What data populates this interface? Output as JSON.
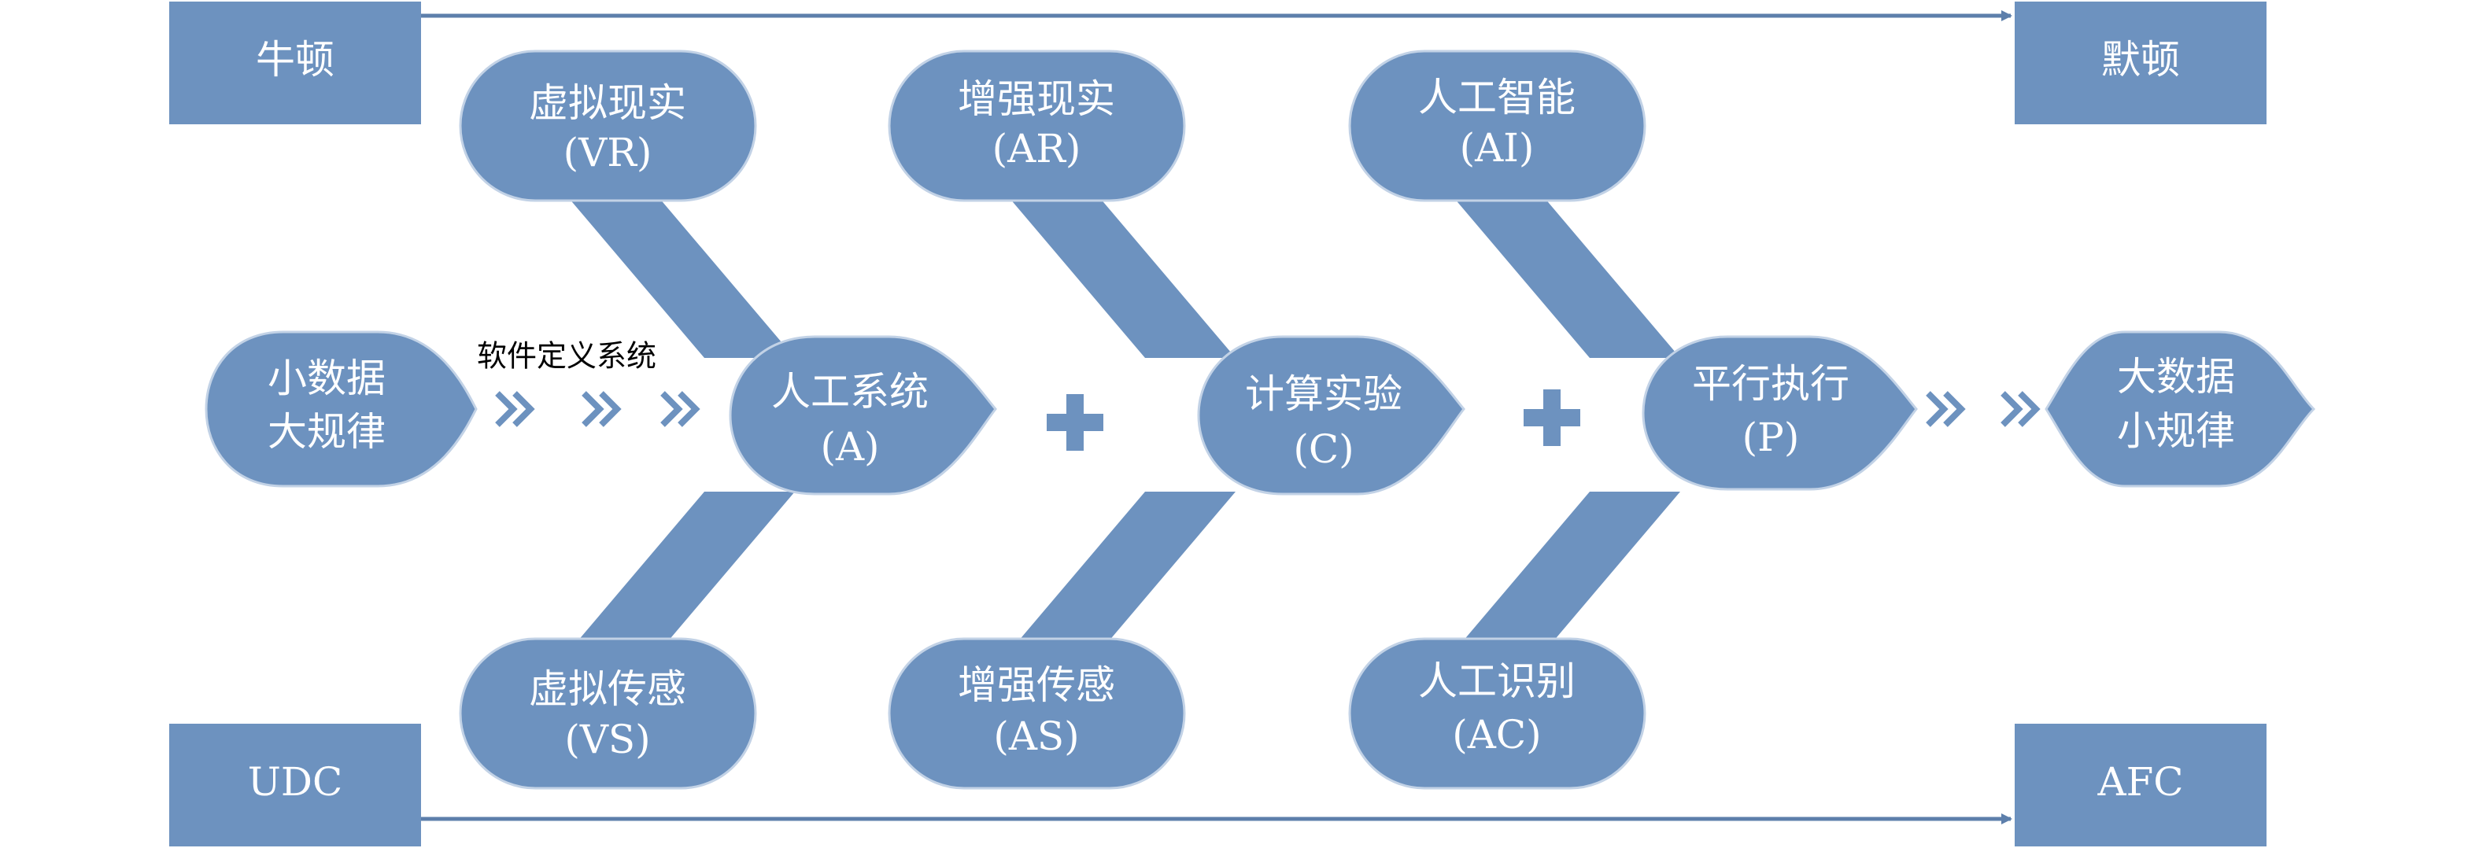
{
  "colors": {
    "fill": "#6d92bf",
    "edge": "#c2d2e6",
    "line": "#5d7fab",
    "plus": "#6d92bf",
    "text_on_fill": "#ffffff",
    "annotation": "#000000"
  },
  "corners": {
    "top_left": "牛顿",
    "top_right": "默顿",
    "bottom_left": "UDC",
    "bottom_right": "AFC"
  },
  "inputs": {
    "left": {
      "line1": "小数据",
      "line2": "大规律"
    },
    "right": {
      "line1": "大数据",
      "line2": "小规律"
    }
  },
  "software_defined": "软件定义系统",
  "hubs": {
    "artificial_system": {
      "line1": "人工系统",
      "line2": "(A)"
    },
    "computational_experiment": {
      "line1": "计算实验",
      "line2": "(C)"
    },
    "parallel_execution": {
      "line1": "平行执行",
      "line2": "(P)"
    }
  },
  "top_nodes": {
    "vr": {
      "line1": "虚拟现实",
      "line2": "(VR)"
    },
    "ar": {
      "line1": "增强现实",
      "line2": "(AR)"
    },
    "ai": {
      "line1": "人工智能",
      "line2": "(AI)"
    }
  },
  "bottom_nodes": {
    "vs": {
      "line1": "虚拟传感",
      "line2": "(VS)"
    },
    "as": {
      "line1": "增强传感",
      "line2": "(AS)"
    },
    "ac": {
      "line1": "人工识别",
      "line2": "(AC)"
    }
  },
  "operators": {
    "plus": "+"
  },
  "chevrons": {
    "double_right": "»"
  }
}
